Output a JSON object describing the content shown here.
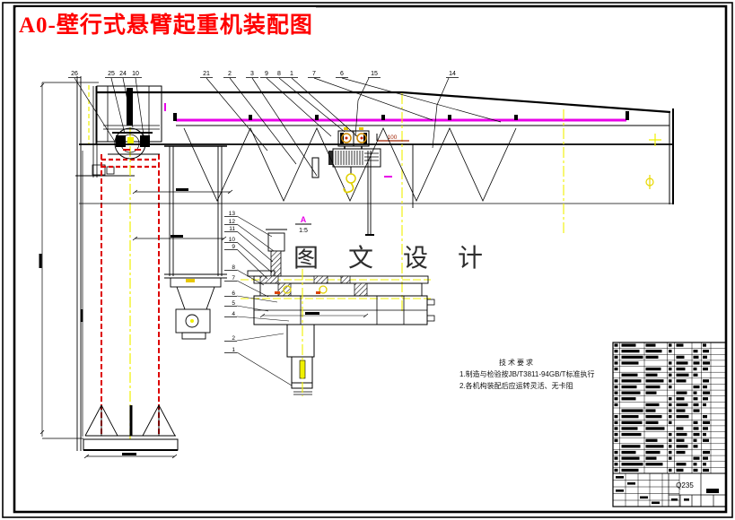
{
  "title": {
    "text": "A0-壁行式悬臂起重机装配图",
    "color": "#ff0000"
  },
  "watermark": {
    "text": "图 文 设 计"
  },
  "detail_label": {
    "letter": "A",
    "scale": "1:5"
  },
  "dim_labels": {
    "trolley": "100"
  },
  "notes": {
    "heading": "技术要求",
    "line1": "1.制造与检验按JB/T3811-94GB/T标准执行",
    "line2": "2.各机构装配后应运转灵活、无卡阻"
  },
  "callouts_top": [
    "26",
    "25",
    "24",
    "10",
    "21",
    "2",
    "3",
    "9",
    "8",
    "1",
    "7",
    "6",
    "15",
    "14"
  ],
  "callouts_detail": [
    "13",
    "12",
    "11",
    "10",
    "9",
    "8",
    "7",
    "6",
    "5",
    "4",
    "2",
    "1"
  ],
  "title_block": {
    "material": "Q235",
    "rows": 22
  },
  "colors": {
    "accent_red": "#ff0000",
    "dashed_red": "#dd0000",
    "centerline_yellow": "#f0f000",
    "rail_magenta": "#e800e8",
    "watermark_gray": "#2e2e2e"
  }
}
